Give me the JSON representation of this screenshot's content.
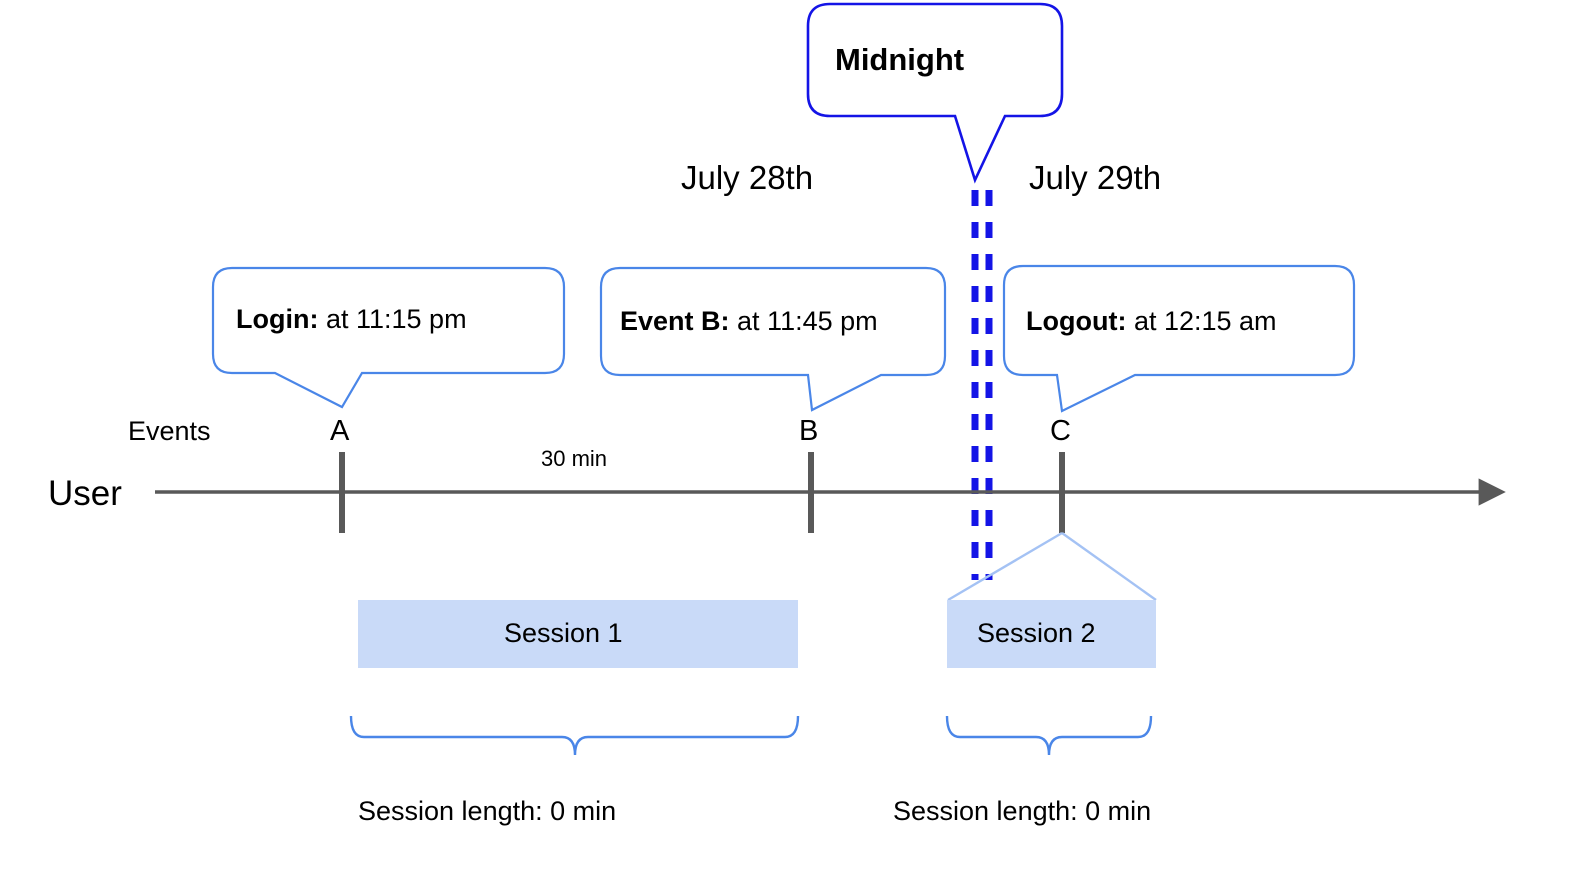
{
  "diagram": {
    "title_callout": {
      "label": "Midnight",
      "border_color": "#1414e6"
    },
    "dates": [
      {
        "label": "July 28th"
      },
      {
        "label": "July 29th"
      }
    ],
    "midnight_divider": {
      "name": "midnight-dashed-divider",
      "color": "#1414e6"
    },
    "event_callouts": [
      {
        "bold": "Login:",
        "rest": " at 11:15 pm",
        "border_color": "#4a86e8"
      },
      {
        "bold": "Event B:",
        "rest": " at 11:45 pm",
        "border_color": "#4a86e8"
      },
      {
        "bold": "Logout:",
        "rest": " at 12:15 am",
        "border_color": "#4a86e8"
      }
    ],
    "axis": {
      "row_label": "User",
      "events_label": "Events",
      "line_color": "#595959"
    },
    "markers": [
      {
        "label": "A"
      },
      {
        "label": "B"
      },
      {
        "label": "C"
      }
    ],
    "gap_label": "30 min",
    "sessions": [
      {
        "label": "Session 1",
        "fill": "#c9daf8"
      },
      {
        "label": "Session 2",
        "fill": "#c9daf8"
      }
    ],
    "session_lengths": [
      {
        "label": "Session length: 0 min"
      },
      {
        "label": "Session length: 0 min"
      }
    ]
  }
}
